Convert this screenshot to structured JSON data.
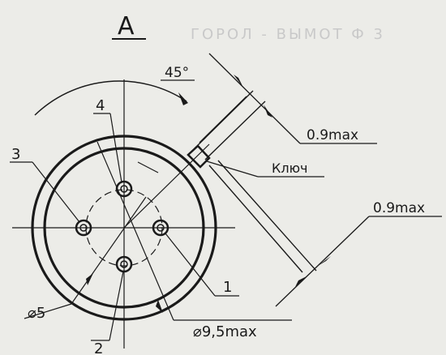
{
  "view_label": "A",
  "faint_header": "ГОРОЛ - ВЫМОТ Ф 3",
  "labels": {
    "angle": "45°",
    "key": "Ключ",
    "dim_left": "0.9max",
    "dim_right": "0.9max",
    "dia_small": "⌀5",
    "dia_outer": "⌀9,5max",
    "pos1": "1",
    "pos2": "2",
    "pos3": "3",
    "pos4": "4"
  },
  "colors": {
    "ink": "#1a1a1a",
    "paper": "#ecece8"
  }
}
